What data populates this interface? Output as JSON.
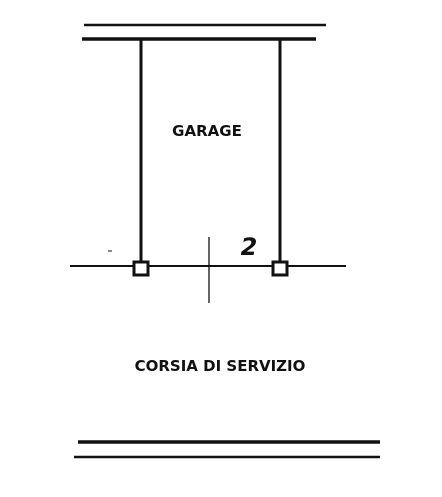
{
  "plan": {
    "room_label": "GARAGE",
    "unit_number": "2",
    "corridor_label": "CORSIA DI SERVIZIO"
  },
  "colors": {
    "ink": "#111111",
    "background": "#ffffff"
  }
}
